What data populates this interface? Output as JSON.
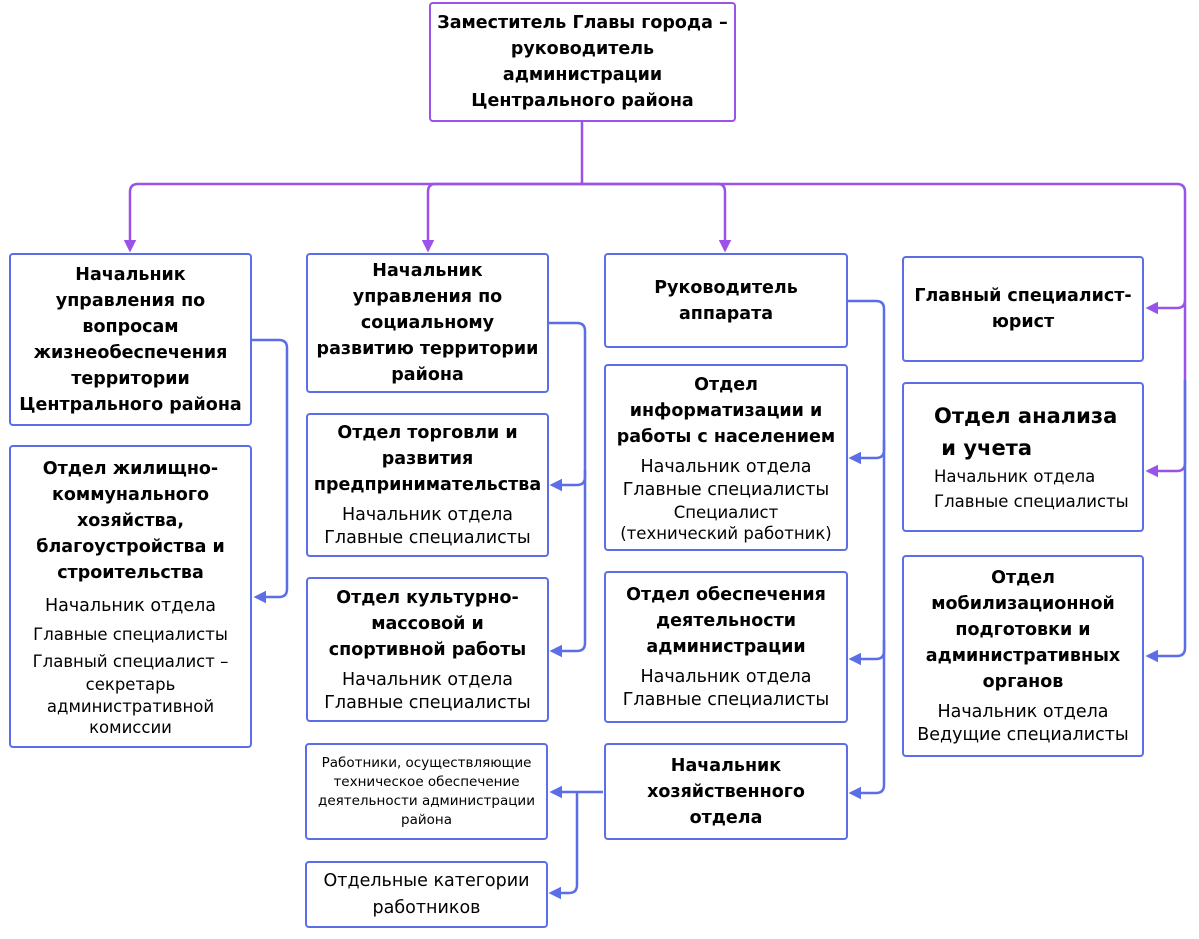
{
  "top": {
    "title_lines": [
      "Заместитель Главы города –",
      "руководитель",
      "администрации",
      "Центрального района"
    ]
  },
  "col1": {
    "head_lines": [
      "Начальник",
      "управления по",
      "вопросам",
      "жизнеобеспечения",
      "территории",
      "Центрального района"
    ],
    "dept_title_lines": [
      "Отдел жилищно-",
      "коммунального",
      "хозяйства,",
      "благоустройства и",
      "строительства"
    ],
    "dept_staff_lines": [
      "Начальник отдела",
      "Главные специалисты",
      "Главный специалист –",
      "секретарь",
      "административной",
      "комиссии"
    ]
  },
  "col2": {
    "head_lines": [
      "Начальник",
      "управления по",
      "социальному",
      "развитию территории",
      "района"
    ],
    "trade_title_lines": [
      "Отдел торговли и",
      "развития",
      "предпринимательства"
    ],
    "trade_staff_lines": [
      "Начальник отдела",
      "Главные специалисты"
    ],
    "culture_title_lines": [
      "Отдел культурно-",
      "массовой и",
      "спортивной работы"
    ],
    "culture_staff_lines": [
      "Начальник отдела",
      "Главные специалисты"
    ],
    "tech_workers_lines": [
      "Работники, осуществляющие",
      "техническое обеспечение",
      "деятельности администрации",
      "района"
    ],
    "other_categories_lines": [
      "Отдельные категории",
      "работников"
    ]
  },
  "col3": {
    "head_lines": [
      "Руководитель",
      "аппарата"
    ],
    "info_title_lines": [
      "Отдел",
      "информатизации и",
      "работы с населением"
    ],
    "info_staff_lines": [
      "Начальник отдела",
      "Главные специалисты"
    ],
    "info_extra_lines": [
      "Специалист",
      "(технический работник)"
    ],
    "support_title_lines": [
      "Отдел обеспечения",
      "деятельности",
      "администрации"
    ],
    "support_staff_lines": [
      "Начальник отдела",
      "Главные специалисты"
    ],
    "household_lines": [
      "Начальник",
      "хозяйственного",
      "отдела"
    ]
  },
  "col4": {
    "lawyer_lines": [
      "Главный специалист-",
      "юрист"
    ],
    "analysis_title_lines": [
      "Отдел анализа",
      " и учета"
    ],
    "analysis_staff_lines": [
      "Начальник отдела",
      "Главные специалисты"
    ],
    "mobil_title_lines": [
      "Отдел",
      "мобилизационной",
      "подготовки и",
      "административных",
      "органов"
    ],
    "mobil_staff_lines": [
      "Начальник отдела",
      "Ведущие специалисты"
    ]
  },
  "colors": {
    "top_connector": "#9b52e8",
    "connector": "#5b6ee8",
    "box_border": "#5b6ee8"
  }
}
